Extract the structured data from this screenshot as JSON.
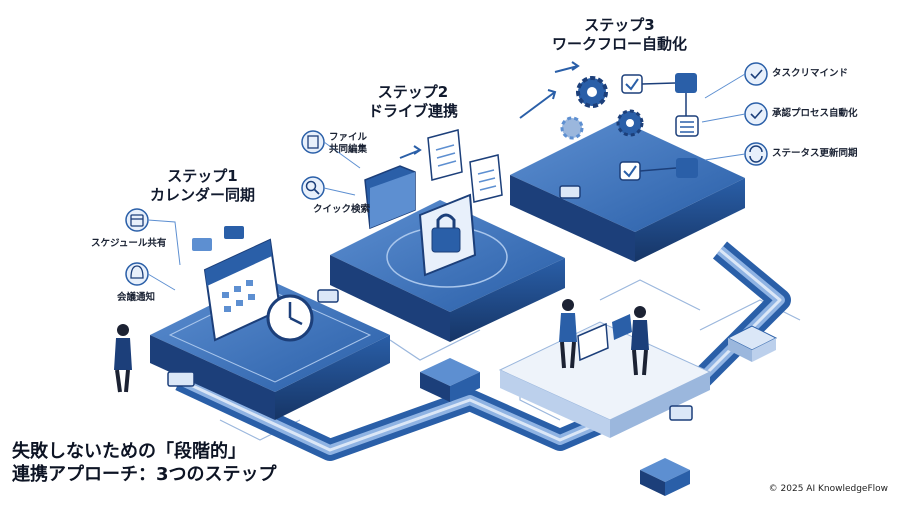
{
  "steps": {
    "step1": {
      "title_line1": "ステップ1",
      "title_line2": "カレンダー同期"
    },
    "step2": {
      "title_line1": "ステップ2",
      "title_line2": "ドライブ連携"
    },
    "step3": {
      "title_line1": "ステップ3",
      "title_line2": "ワークフロー自動化"
    }
  },
  "callouts": {
    "schedule_share": "スケジュール共有",
    "meeting_notice": "会議通知",
    "file_edit_line1": "ファイル",
    "file_edit_line2": "共同編集",
    "quick_search": "クイック検索",
    "task_remind": "タスクリマインド",
    "approval_auto": "承認プロセス自動化",
    "status_sync": "ステータス更新同期"
  },
  "headline": {
    "line1": "失敗しないための「段階的」",
    "line2": "連携アプローチ：3つのステップ"
  },
  "footer": {
    "copyright": "© 2025 AI KnowledgeFlow"
  },
  "colors": {
    "primary": "#2a5fa8",
    "dark": "#1c3f7a",
    "light": "#dbe7f7",
    "pale": "#eef3fa"
  }
}
